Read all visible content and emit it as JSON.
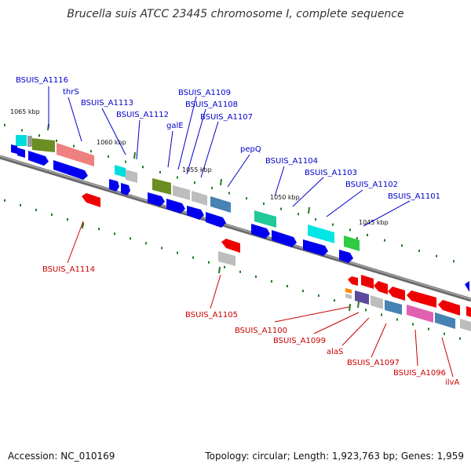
{
  "title": "Brucella suis ATCC 23445 chromosome I, complete sequence",
  "footer": {
    "accession": "Accession: NC_010169",
    "topology": "Topology: circular; Length: 1,923,763 bp; Genes: 1,959"
  },
  "colors": {
    "backbone": "#8a8a8a",
    "forward_label": "#0000cc",
    "reverse_label": "#cc0000",
    "tick": "#1f7a1f"
  },
  "kbp_labels": [
    "1065 kbp",
    "1060 kbp",
    "1055 kbp",
    "1050 kbp",
    "1045 kbp"
  ],
  "forward_genes": [
    "BSUIS_A1116",
    "thrS",
    "BSUIS_A1113",
    "BSUIS_A1112",
    "BSUIS_A1109",
    "BSUIS_A1108",
    "galE",
    "BSUIS_A1107",
    "pepQ",
    "BSUIS_A1104",
    "BSUIS_A1103",
    "BSUIS_A1102",
    "BSUIS_A1101"
  ],
  "reverse_genes": [
    "BSUIS_A1114",
    "BSUIS_A1105",
    "BSUIS_A1100",
    "BSUIS_A1099",
    "alaS",
    "BSUIS_A1097",
    "BSUIS_A1096",
    "ilvA"
  ]
}
